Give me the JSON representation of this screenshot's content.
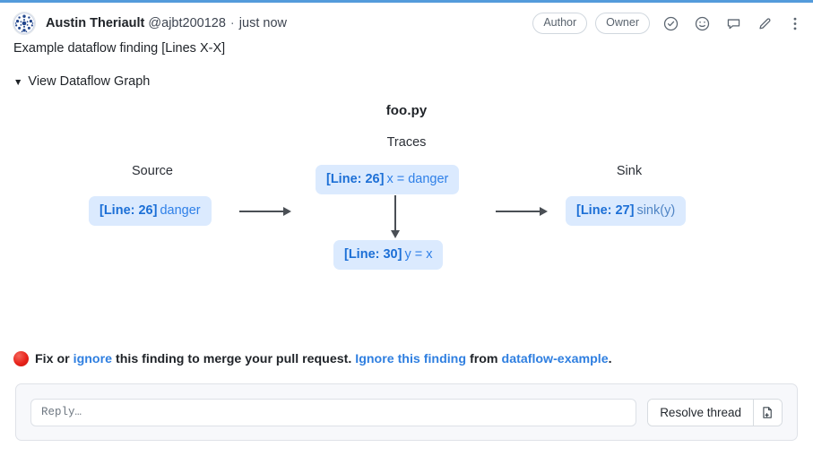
{
  "header": {
    "avatar_name": "identicon-avatar",
    "author_name": "Austin Theriault",
    "handle": "@ajbt200128",
    "separator": "·",
    "timestamp": "just now",
    "badges": [
      "Author",
      "Owner"
    ],
    "icons": [
      {
        "name": "check-circle-icon"
      },
      {
        "name": "emoji-reaction-icon"
      },
      {
        "name": "comment-icon"
      },
      {
        "name": "pencil-edit-icon"
      },
      {
        "name": "kebab-menu-icon"
      }
    ]
  },
  "comment": {
    "body": "Example dataflow finding [Lines X-X]"
  },
  "details": {
    "marker": "▼",
    "label": "View Dataflow Graph"
  },
  "graph": {
    "file_title": "foo.py",
    "traces_label": "Traces",
    "source_label": "Source",
    "sink_label": "Sink",
    "nodes": {
      "source": {
        "line": "[Line: 26]",
        "expr": "danger"
      },
      "trace1": {
        "line": "[Line: 26]",
        "expr": "x = danger"
      },
      "trace2": {
        "line": "[Line: 30]",
        "expr": "y = x"
      },
      "sink": {
        "line": "[Line: 27]",
        "expr": "sink(y)"
      }
    }
  },
  "status": {
    "dot": "red-circle-icon",
    "text_1": "Fix or",
    "link_ignore": "ignore",
    "text_2": "this finding to merge your pull request.",
    "link_ignore_finding": "Ignore this finding",
    "text_3": "from",
    "link_project": "dataflow-example",
    "text_4": "."
  },
  "reply": {
    "placeholder": "Reply…",
    "resolve_label": "Resolve thread",
    "newfile_icon": "new-file-icon"
  },
  "colors": {
    "accent_blue": "#2f7fe0",
    "node_bg": "#dbeafe",
    "node_line_text": "#1c6fd6",
    "status_red": "#e8231b",
    "top_rule": "#539bdb"
  }
}
